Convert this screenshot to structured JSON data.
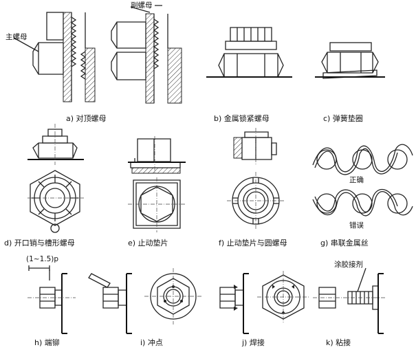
{
  "labels": {
    "main_nut": "主螺母",
    "secondary_nut": "副螺母",
    "correct": "正确",
    "wrong": "错误",
    "pitch": "(1~1.5)p",
    "adhesive": "涂胶接剂"
  },
  "captions": {
    "a": "a) 对顶螺母",
    "b": "b) 金属锁紧螺母",
    "c": "c) 弹簧垫圈",
    "d": "d) 开口销与槽形螺母",
    "e": "e) 止动垫片",
    "f": "f) 止动垫片与圆螺母",
    "g": "g) 串联金属丝",
    "h": "h) 端铆",
    "i": "i) 冲点",
    "j": "j) 焊接",
    "k": "k) 粘接"
  }
}
